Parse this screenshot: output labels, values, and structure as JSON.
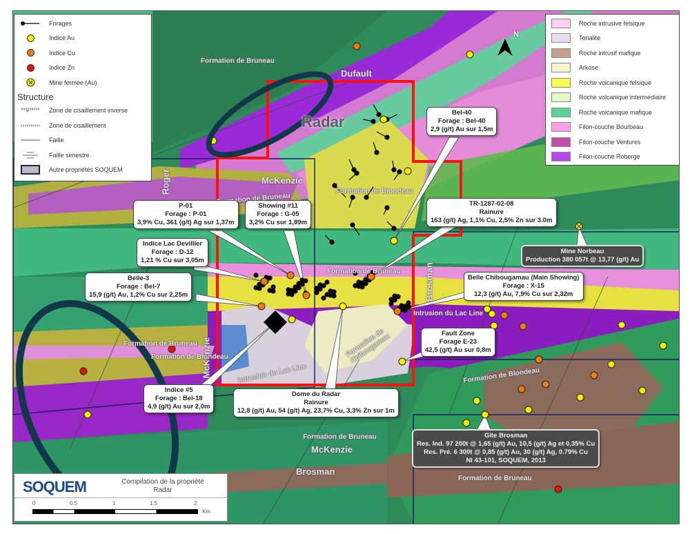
{
  "legend_left": {
    "items": [
      {
        "label": "Forages",
        "icon": "drillhole-icon"
      },
      {
        "label": "Indice Au",
        "icon": "dot",
        "color": "#f5f000"
      },
      {
        "label": "Indice Cu",
        "icon": "dot",
        "color": "#f07a10"
      },
      {
        "label": "Indice Zn",
        "icon": "dot",
        "color": "#e81010"
      },
      {
        "label": "Mine fermée (Au)",
        "icon": "closed-mine-icon",
        "color": "#f5f000"
      }
    ],
    "structure_title": "Structure",
    "structure": [
      {
        "label": "Zone de cisaillement inverse"
      },
      {
        "label": "Zone de cisaillement"
      },
      {
        "label": "Faille"
      },
      {
        "label": "Faille senestre"
      },
      {
        "label": "Autre propriétés SOQUEM"
      }
    ]
  },
  "legend_right": [
    {
      "label": "Roche intrusive felsique",
      "color": "#fcd0ee"
    },
    {
      "label": "Tonalite",
      "color": "#e6dcea"
    },
    {
      "label": "Roche intrusif mafique",
      "color": "#c8a090"
    },
    {
      "label": "Arkose",
      "color": "#f6f4cc"
    },
    {
      "label": "Roche volcanique felsique",
      "color": "#fafa50"
    },
    {
      "label": "Roche volcanique intermédiaire",
      "color": "#e4f8c8"
    },
    {
      "label": "Roche volcanique mafique",
      "color": "#5cd49a"
    },
    {
      "label": "Filon-couche Bourbeau",
      "color": "#fca0e6"
    },
    {
      "label": "Filon-couche Ventures",
      "color": "#c050a8"
    },
    {
      "label": "Filon-couche Roberge",
      "color": "#b448e8"
    }
  ],
  "map_labels": {
    "radar": "Radar",
    "dufault": "Dufault",
    "mckenzie": "McKenzie",
    "roger": "Roger",
    "brosman": "Brosman",
    "bruneau": "Formation de Bruneau",
    "blondeau": "Formation de Blondeau",
    "lac_line": "Intrusion du Lac Line",
    "chibougamau": "Formation de Chibougamau",
    "north": "N"
  },
  "callouts": {
    "bel40": [
      "Bel-40",
      "Forage : Bel-40",
      "2,9 (g/t) Au sur 1,5m"
    ],
    "p01": [
      "P-01",
      "Forage : P-01",
      "3,9% Cu, 361 (g/t) Ag sur 1,37m"
    ],
    "showing11": [
      "Showing #11",
      "Forage : G-05",
      "3,2% Cu sur 1,89m"
    ],
    "tr1287": [
      "TR-1287-02-08",
      "Rainure",
      "163 (g/t) Ag, 1,1% Cu, 2,5% Zn sur 3.0m"
    ],
    "norbeau": [
      "Mine Norbeau",
      "Production 380 057t @ 13,77 (g/t) Au"
    ],
    "devillier": [
      "Indice Lac Devillier",
      "Forage : D-12",
      "1,21 % Cu sur 3,05m"
    ],
    "belle3": [
      "Belle-3",
      "Forage : Bel-7",
      "15,9 (g/t) Au, 1,2% Cu sur 2,25m"
    ],
    "bellechib": [
      "Belle Chibougamau (Main Showing)",
      "Forage : X-15",
      "12,3 (g/t) Au, 7,9% Cu sur 2,32m"
    ],
    "faultzone": [
      "Fault Zone",
      "Forage E-23",
      "42,5 (g/t) Au sur 0,8m"
    ],
    "indice5": [
      "Indice #5",
      "Forage : Bel-18",
      "4,9 (g/t) Au sur 2,0m"
    ],
    "dome": [
      "Dome du Radar",
      "Rainure",
      "12,8 (g/t) Au, 54 (g/t) Ag, 23,7% Cu, 3,3% Zn sur 1m"
    ],
    "brosman": [
      "Gîte Brosman",
      "Res. Ind. 97 200t @ 1,65 (g/t) Au, 10,5 (g/t) Ag et 0,35% Cu",
      "Res. Pré. 6 300t @ 0,85 (g/t) Au, 30 (g/t) Ag, 0.79% Cu",
      "NI 43-101, SOQUEM, 2013"
    ]
  },
  "title_block": {
    "logo": "SOQUEM",
    "title_line1": "Compilation de la propriété",
    "title_line2": "Radar",
    "scale_ticks": [
      "0",
      "0.5",
      "1",
      "1.5",
      "2"
    ],
    "scale_unit": "Km"
  }
}
